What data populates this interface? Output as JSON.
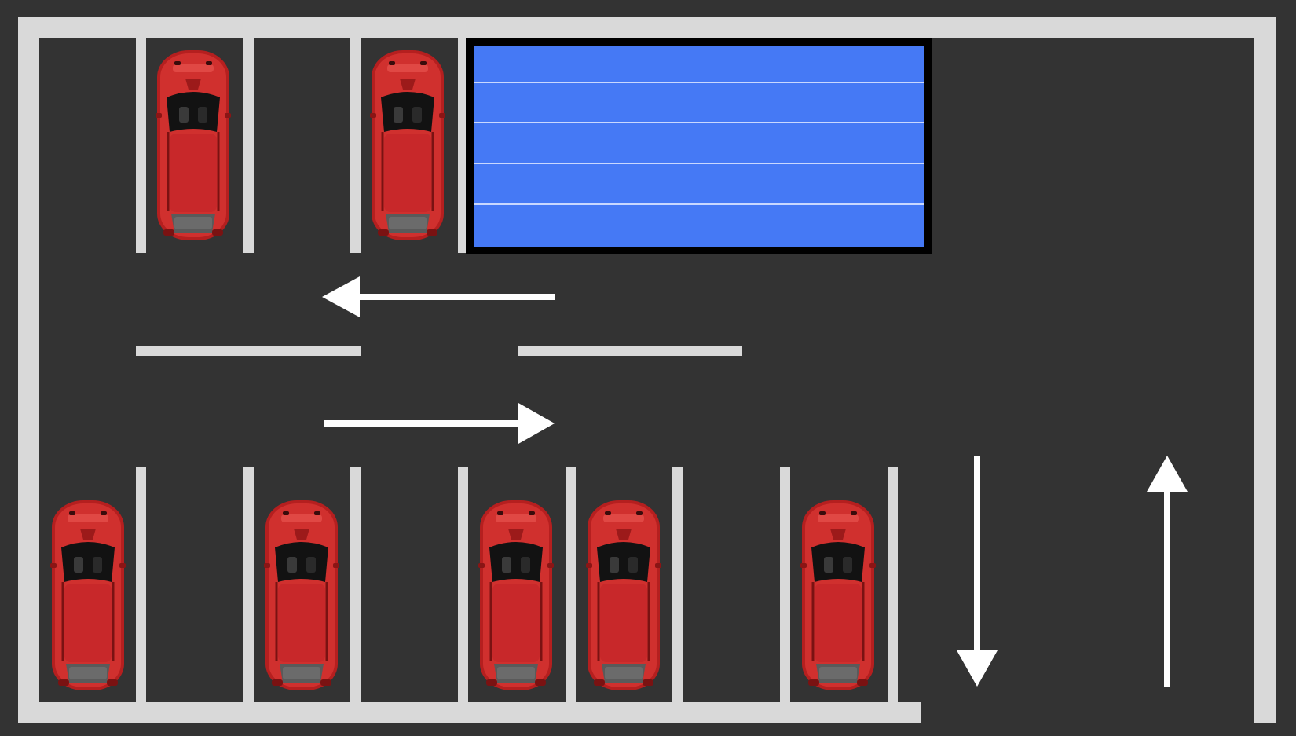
{
  "game": {
    "title": "",
    "type": "parking-lot-puzzle",
    "colors": {
      "asphalt": "#333333",
      "markings": "#d9d9d9",
      "arrows": "#ffffff",
      "car": "#cc2a2a",
      "target_zone": "#4579f5",
      "target_border": "#000000"
    },
    "icons": {
      "car": "red-car-icon",
      "arrow": "direction-arrow-icon"
    },
    "top_row": {
      "slots": [
        "car",
        "empty",
        "car",
        "target-zone"
      ]
    },
    "bottom_row": {
      "slots": [
        "car",
        "empty",
        "car",
        "empty",
        "car",
        "car",
        "empty",
        "car"
      ]
    },
    "traffic_arrows": [
      "left",
      "right",
      "down",
      "up"
    ],
    "target_zone": {
      "stripes": 4
    }
  }
}
